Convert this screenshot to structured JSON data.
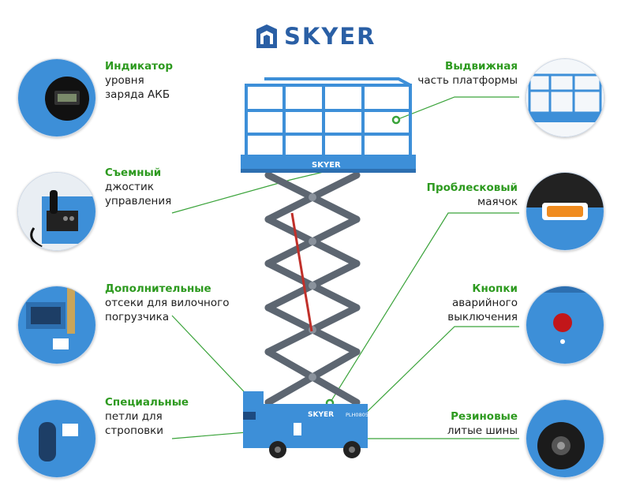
{
  "brand": {
    "name": "SKYER",
    "color": "#2a5fa5",
    "accent": "#2d9a1f",
    "machine_blue": "#3d8fd8",
    "scissor_gray": "#6b7480"
  },
  "machine": {
    "platform_text": "SKYER",
    "chassis_text": "SKYER",
    "model_text": "PLH0805"
  },
  "callouts": [
    {
      "id": "battery",
      "title": "Индикатор",
      "lines": [
        "уровня",
        "заряда АКБ"
      ],
      "icon": "battery-indicator-icon"
    },
    {
      "id": "joystick",
      "title": "Съемный",
      "lines": [
        "джостик",
        "управления"
      ],
      "icon": "joystick-icon"
    },
    {
      "id": "forklift",
      "title": "Дополнительные",
      "lines": [
        "отсеки для вилочного",
        "погрузчика"
      ],
      "icon": "forklift-pocket-icon"
    },
    {
      "id": "loops",
      "title": "Специальные",
      "lines": [
        "петли для",
        "строповки"
      ],
      "icon": "lifting-loop-icon"
    },
    {
      "id": "platform",
      "title": "Выдвижная",
      "lines": [
        "часть платформы"
      ],
      "icon": "extension-platform-icon"
    },
    {
      "id": "beacon",
      "title": "Проблесковый",
      "lines": [
        "маячок"
      ],
      "icon": "beacon-icon"
    },
    {
      "id": "stop",
      "title": "Кнопки",
      "lines": [
        "аварийного",
        "выключения"
      ],
      "icon": "emergency-stop-icon"
    },
    {
      "id": "tires",
      "title": "Резиновые",
      "lines": [
        "литые шины"
      ],
      "icon": "tire-icon"
    }
  ]
}
